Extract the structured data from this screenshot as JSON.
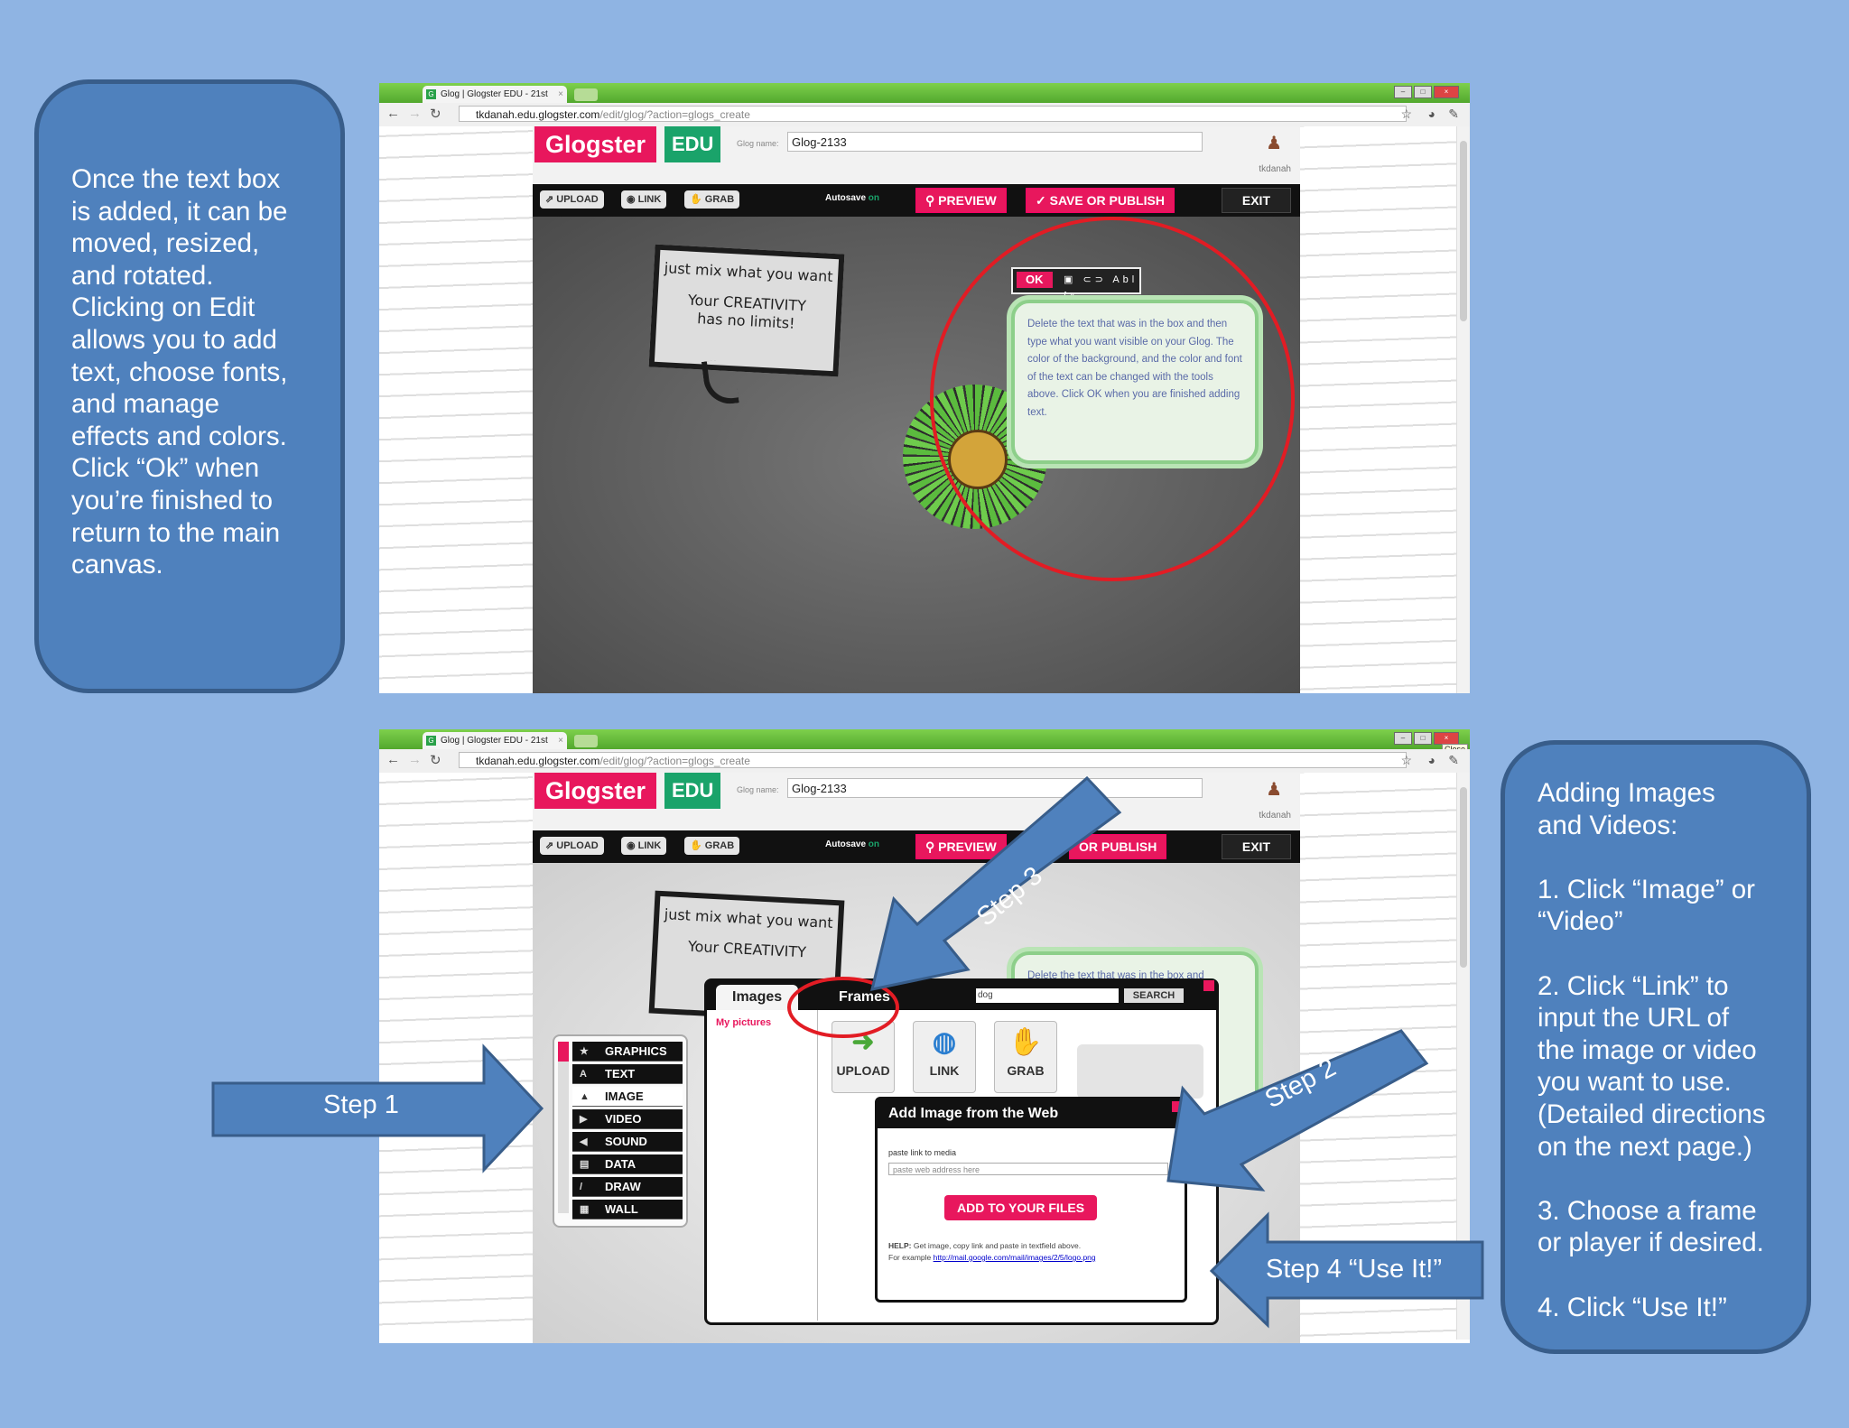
{
  "left_note": {
    "lines": [
      "Once the text box",
      "is added, it can be",
      "moved, resized,",
      "and rotated.",
      "Clicking on Edit",
      "allows you to add",
      "text, choose fonts,",
      "and manage",
      "effects and colors.",
      "Click “Ok” when",
      "you’re finished to",
      "return to the main",
      "canvas."
    ]
  },
  "right_note": {
    "paragraphs": [
      "Adding Images\nand Videos:",
      "1. Click “Image” or\n“Video”",
      "2. Click “Link” to\ninput the URL of\nthe image or video\nyou want to use.\n(Detailed directions\non the next page.)",
      "3. Choose a frame\nor player if desired.",
      "4. Click “Use It!”"
    ]
  },
  "browser": {
    "tab_title": "Glog | Glogster EDU - 21st",
    "favicon": "G",
    "tab_close": "×",
    "url_host": "tkdanah.edu.glogster.com",
    "url_path": "/edit/glog/?action=glogs_create",
    "close_tooltip": "Close"
  },
  "app": {
    "logo": "Glogster",
    "edu": "EDU",
    "glog_name_label": "Glog name:",
    "glog_name_value": "Glog-2133",
    "username": "tkdanah",
    "toolbar": {
      "upload": "UPLOAD",
      "link": "LINK",
      "grab": "GRAB",
      "autosave": "Autosave",
      "autosave_state": "on",
      "preview": "PREVIEW",
      "save_publish": "SAVE OR PUBLISH",
      "save_publish_visible": "OR PUBLISH",
      "exit": "EXIT"
    }
  },
  "canvas": {
    "speech_line1": "just mix what you want",
    "speech_line2": "Your CREATIVITY",
    "speech_line3": "has no limits!",
    "ok_button": "OK",
    "text_tools": "▣ ⊂⊃ Abl fx",
    "textbox_text": "Delete the text that was in the box and then type what you want visible on your Glog. The color of the background, and the color and font of the text can be changed with the tools above. Click OK when you are finished adding text.",
    "textbox_partial": "Delete the text that was in the box and"
  },
  "wall_menu": {
    "items": [
      {
        "label": "GRAPHICS",
        "icon": "★"
      },
      {
        "label": "TEXT",
        "icon": "A"
      },
      {
        "label": "IMAGE",
        "icon": "▲"
      },
      {
        "label": "VIDEO",
        "icon": "▶"
      },
      {
        "label": "SOUND",
        "icon": "◀"
      },
      {
        "label": "DATA",
        "icon": "▤"
      },
      {
        "label": "DRAW",
        "icon": "/"
      },
      {
        "label": "WALL",
        "icon": "▦"
      }
    ],
    "selected": "IMAGE"
  },
  "media_dialog": {
    "tab_images": "Images",
    "tab_frames": "Frames",
    "search_value": "dog",
    "search_button": "SEARCH",
    "my_pictures": "My pictures",
    "source_upload": "UPLOAD",
    "source_link": "LINK",
    "source_grab": "GRAB"
  },
  "web_dialog": {
    "title": "Add Image from the Web",
    "paste_label": "paste link to media",
    "placeholder": "paste web address here",
    "add_button": "ADD TO YOUR FILES",
    "help_label": "HELP:",
    "help_text": "Get image, copy link and paste in textfield above.",
    "example_label": "For example",
    "example_link": "http://mail.google.com/mail/images/2/5/logo.png"
  },
  "steps": {
    "step1": "Step 1",
    "step2": "Step 2",
    "step3": "Step 3",
    "step4": "Step 4 “Use It!”"
  },
  "colors": {
    "background": "#8fb4e3",
    "note_fill": "#4f81bd",
    "note_border": "#385d8a",
    "glogster_pink": "#e8175d",
    "edu_green": "#1aa36a",
    "highlight_red": "#e21c24"
  }
}
